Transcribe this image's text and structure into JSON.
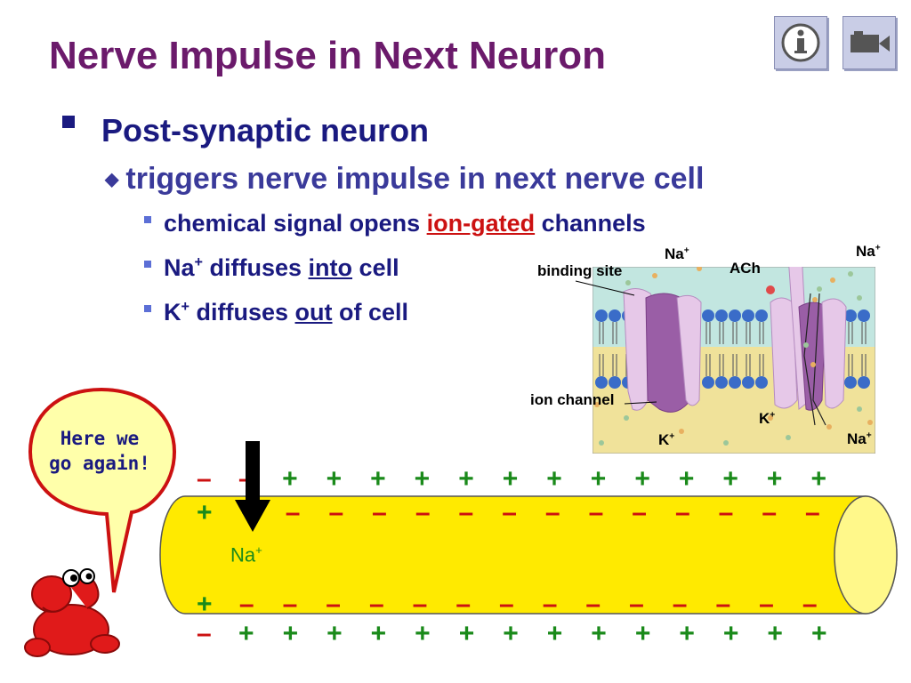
{
  "slide": {
    "title": "Nerve Impulse in Next Neuron",
    "nav": {
      "info_icon": "info-icon",
      "movie_icon": "movie-camera-icon"
    }
  },
  "bullets": {
    "level1": "Post-synaptic neuron",
    "level2": "triggers nerve impulse in next nerve cell",
    "item1_before": "chemical signal opens",
    "item1_highlight": "ion-gated",
    "item1_after": "channels",
    "item2_ion": "Na",
    "item2_charge": "+",
    "item2_before": "diffuses",
    "item2_emph": "into",
    "item2_after": "cell",
    "item3_ion": "K",
    "item3_charge": "+",
    "item3_before": "diffuses",
    "item3_emph": "out",
    "item3_after": "of cell"
  },
  "diagram": {
    "na_label": "Na",
    "k_label": "K",
    "charge": "+",
    "binding_site": "binding site",
    "ach": "ACh",
    "ion_channel": "ion channel"
  },
  "axon": {
    "plus": "+",
    "minus": "–",
    "na_label": "Na",
    "na_charge": "+"
  },
  "speech_bubble": {
    "line1": "Here we",
    "line2": "go again!"
  },
  "colors": {
    "title": "#6b1a6b",
    "text": "#1a1a80",
    "highlight": "#cc1111",
    "axon_fill": "#ffea00",
    "plus": "#1a8a1a",
    "minus": "#cc1111",
    "bubble_fill": "#ffffaa",
    "bubble_border": "#cc1111"
  }
}
